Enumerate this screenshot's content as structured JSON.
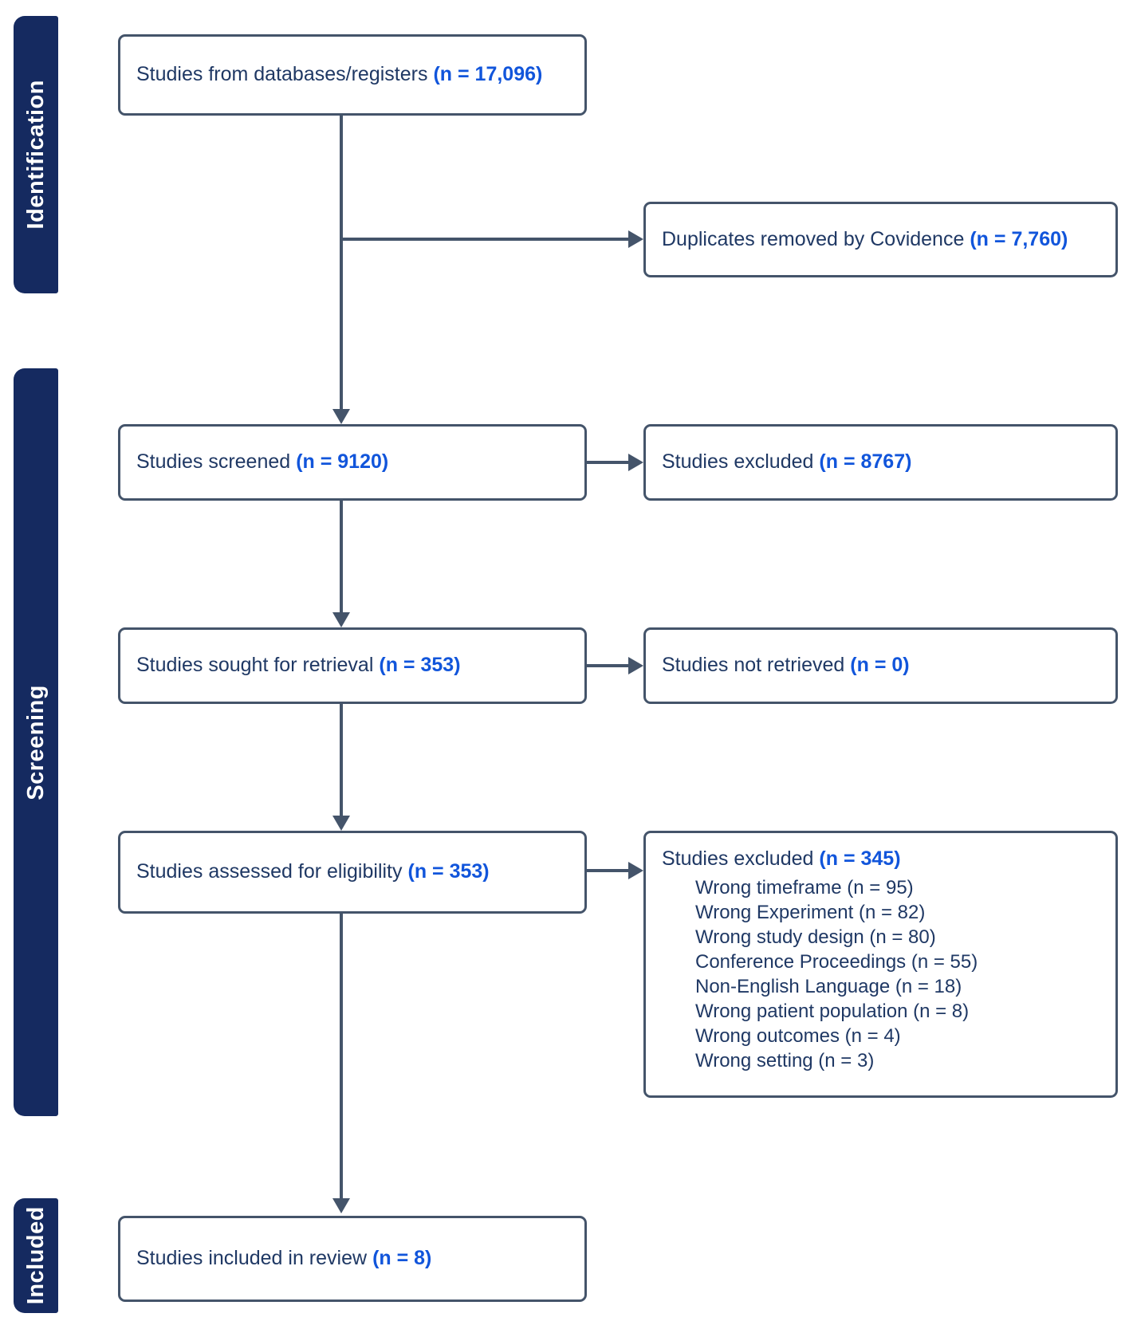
{
  "colors": {
    "navy": "#152a60",
    "line": "#44546A",
    "arrow": "#44546A",
    "text": "#1F3864",
    "accent": "#1155DB"
  },
  "sections": {
    "identification": "Identification",
    "screening": "Screening",
    "included": "Included"
  },
  "boxes": {
    "databases": {
      "label": "Studies from databases/registers",
      "count": "(n = 17,096)"
    },
    "duplicates": {
      "label": "Duplicates removed by Covidence",
      "count": "(n = 7,760)"
    },
    "screened": {
      "label": "Studies screened",
      "count": "(n = 9120)"
    },
    "screened_excluded": {
      "label": "Studies excluded",
      "count": "(n = 8767)"
    },
    "retrieval": {
      "label": "Studies sought for retrieval",
      "count": "(n = 353)"
    },
    "not_retrieved": {
      "label": "Studies not retrieved",
      "count": "(n = 0)"
    },
    "assessed": {
      "label": "Studies assessed for eligibility",
      "count": "(n = 353)"
    },
    "assessed_excluded": {
      "label": "Studies excluded",
      "count": "(n = 345)",
      "reasons": [
        "Wrong timeframe (n = 95)",
        "Wrong Experiment (n = 82)",
        "Wrong study design (n = 80)",
        "Conference Proceedings (n = 55)",
        "Non-English Language (n = 18)",
        "Wrong patient population (n = 8)",
        "Wrong outcomes (n = 4)",
        "Wrong setting (n = 3)"
      ]
    },
    "included_review": {
      "label": "Studies included in review",
      "count": "(n = 8)"
    }
  }
}
